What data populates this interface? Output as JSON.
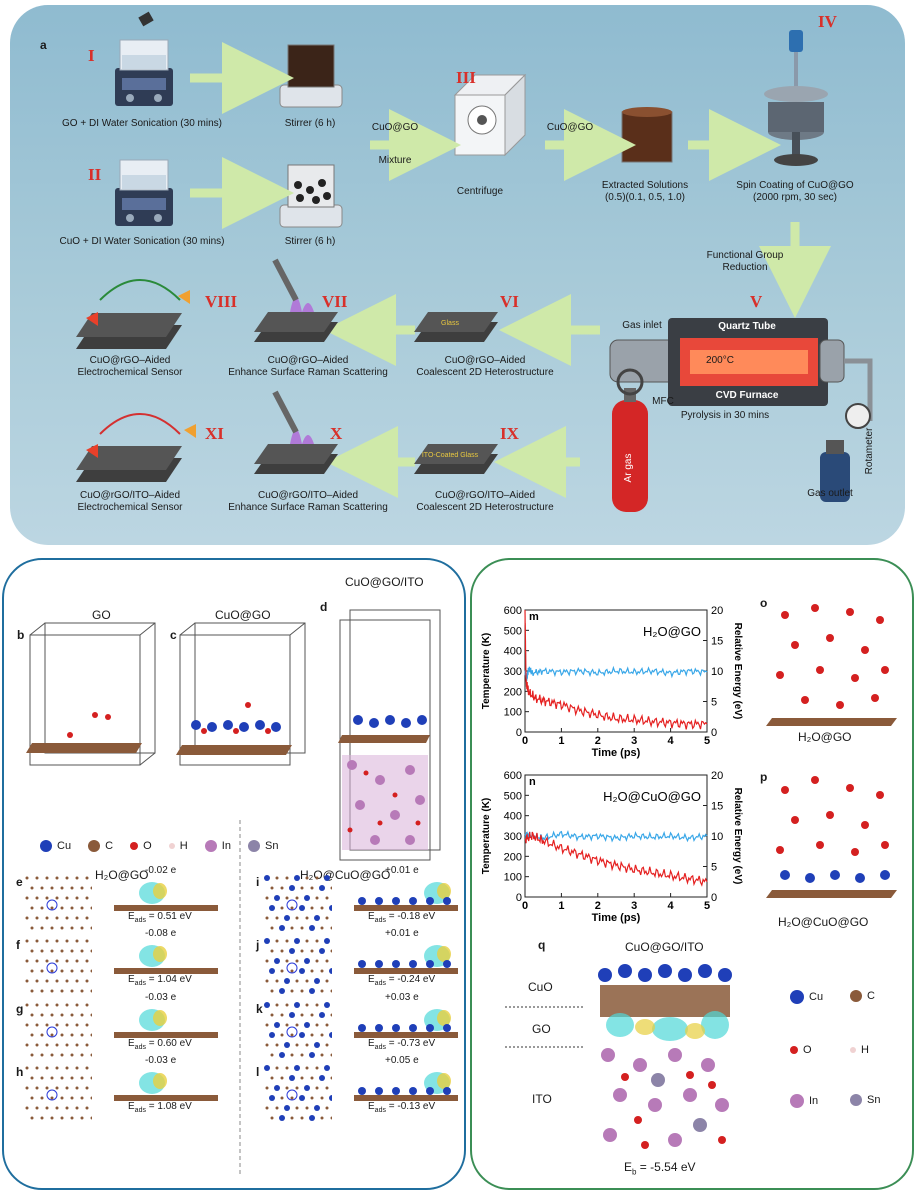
{
  "top": {
    "letter": "a",
    "steps": {
      "I": {
        "num": "I",
        "caption": "GO + DI Water Sonication  (30 mins)"
      },
      "II": {
        "num": "II",
        "caption": "CuO + DI Water Sonication (30 mins)"
      },
      "stirrer1": "Stirrer (6 h)",
      "stirrer2": "Stirrer (6 h)",
      "mix_top": "CuO@GO",
      "mix_bottom": "Mixture",
      "III": {
        "num": "III",
        "caption": "Centrifuge"
      },
      "cuo_go2": "CuO@GO",
      "extract1": "Extracted Solutions",
      "extract2": "(0.5)(0.1, 0.5, 1.0)",
      "IV": {
        "num": "IV",
        "caption1": "Spin Coating of CuO@GO",
        "caption2": "(2000 rpm, 30 sec)"
      },
      "reduction1": "Functional Group",
      "reduction2": "Reduction",
      "V": {
        "num": "V"
      },
      "gas_inlet": "Gas inlet",
      "quartz": "Quartz Tube",
      "temp": "200°C",
      "cvd": "CVD Furnace",
      "mfc": "MFC",
      "pyrolysis": "Pyrolysis in 30 mins",
      "ar": "Ar gas",
      "rotameter": "Rotameter",
      "gas_outlet": "Gas outlet",
      "VI": {
        "num": "VI",
        "caption1": "CuO@rGO–Aided",
        "caption2": "Coalescent 2D Heterostructure"
      },
      "VII": {
        "num": "VII",
        "caption1": "CuO@rGO–Aided",
        "caption2": "Enhance Surface Raman Scattering"
      },
      "VIII": {
        "num": "VIII",
        "caption1": "CuO@rGO–Aided",
        "caption2": "Electrochemical Sensor"
      },
      "IX": {
        "num": "IX",
        "caption1": "CuO@rGO/ITO–Aided",
        "caption2": "Coalescent 2D Heterostructure"
      },
      "X": {
        "num": "X",
        "caption1": "CuO@rGO/ITO–Aided",
        "caption2": "Enhance Surface Raman Scattering"
      },
      "XI": {
        "num": "XI",
        "caption1": "CuO@rGO/ITO–Aided",
        "caption2": "Electrochemical Sensor"
      },
      "glass": "Glass",
      "ito_glass": "ITO-Coated Glass"
    }
  },
  "left": {
    "b": {
      "letter": "b",
      "title": "GO"
    },
    "c": {
      "letter": "c",
      "title": "CuO@GO"
    },
    "d": {
      "letter": "d",
      "title": "CuO@GO/ITO"
    },
    "legend": [
      {
        "label": "Cu",
        "color": "#1f3fb8"
      },
      {
        "label": "C",
        "color": "#8a5a3a"
      },
      {
        "label": "O",
        "color": "#d42020"
      },
      {
        "label": "H",
        "color": "#f0d2d2"
      },
      {
        "label": "In",
        "color": "#b77ab8"
      },
      {
        "label": "Sn",
        "color": "#8c84a8"
      }
    ],
    "h2o_go": "H₂O@GO",
    "h2o_cuo_go": "H₂O@CuO@GO",
    "rows_left": [
      {
        "letter": "e",
        "charge": "-0.02 e",
        "eads": "E",
        "sub": "ads",
        "val": " = 0.51 eV"
      },
      {
        "letter": "f",
        "charge": "-0.08 e",
        "eads": "E",
        "sub": "ads",
        "val": " = 1.04 eV"
      },
      {
        "letter": "g",
        "charge": "-0.03 e",
        "eads": "E",
        "sub": "ads",
        "val": " = 0.60 eV"
      },
      {
        "letter": "h",
        "charge": "-0.03 e",
        "eads": "E",
        "sub": "ads",
        "val": " = 1.08 eV"
      }
    ],
    "rows_right": [
      {
        "letter": "i",
        "charge": "+0.01 e",
        "eads": "E",
        "sub": "ads",
        "val": " = -0.18 eV"
      },
      {
        "letter": "j",
        "charge": "+0.01 e",
        "eads": "E",
        "sub": "ads",
        "val": " = -0.24 eV"
      },
      {
        "letter": "k",
        "charge": "+0.03 e",
        "eads": "E",
        "sub": "ads",
        "val": " = -0.73 eV"
      },
      {
        "letter": "l",
        "charge": "+0.05 e",
        "eads": "E",
        "sub": "ads",
        "val": " = -0.13 eV"
      }
    ]
  },
  "right": {
    "o": {
      "letter": "o",
      "caption": "H₂O@GO"
    },
    "p": {
      "letter": "p",
      "caption": "H₂O@CuO@GO"
    },
    "q": {
      "letter": "q",
      "title": "CuO@GO/ITO",
      "layer_cuo": "CuO",
      "layer_go": "GO",
      "layer_ito": "ITO",
      "eb": "E",
      "eb_sub": "b",
      "eb_val": " = -5.54 eV"
    },
    "legend": [
      {
        "label": "Cu",
        "color": "#1f3fb8"
      },
      {
        "label": "C",
        "color": "#8a5a3a"
      },
      {
        "label": "O",
        "color": "#d42020"
      },
      {
        "label": "H",
        "color": "#f0d2d2"
      },
      {
        "label": "In",
        "color": "#b77ab8"
      },
      {
        "label": "Sn",
        "color": "#8c84a8"
      }
    ]
  },
  "chart_data": [
    {
      "type": "line",
      "letter": "m",
      "title": "H₂O@GO",
      "xlabel": "Time (ps)",
      "ylabel": "Temperature (K)",
      "y2label": "Relative Energy (eV)",
      "xlim": [
        0,
        5
      ],
      "ylim": [
        0,
        600
      ],
      "y2lim": [
        0,
        20
      ],
      "xticks": [
        "0",
        "1",
        "2",
        "3",
        "4",
        "5"
      ],
      "yticks": [
        "0",
        "100",
        "200",
        "300",
        "400",
        "500",
        "600"
      ],
      "y2ticks": [
        "0",
        "5",
        "10",
        "15",
        "20"
      ],
      "series": [
        {
          "color": "#39a7e8",
          "axis": "left",
          "x": [
            0,
            0.05,
            0.1,
            0.2,
            0.5,
            1,
            1.5,
            2,
            2.5,
            3,
            3.5,
            4,
            4.5,
            5
          ],
          "y": [
            300,
            260,
            310,
            290,
            300,
            295,
            300,
            290,
            300,
            295,
            300,
            290,
            300,
            295
          ]
        },
        {
          "color": "#e52020",
          "axis": "right",
          "x": [
            0,
            0.03,
            0.1,
            0.3,
            0.6,
            1,
            1.5,
            2,
            2.5,
            3,
            3.5,
            4,
            4.5,
            5
          ],
          "y": [
            20,
            8,
            6.5,
            5.5,
            5,
            4.5,
            3.5,
            2.8,
            2.2,
            2,
            1.7,
            1.5,
            1.3,
            1.3
          ]
        }
      ]
    },
    {
      "type": "line",
      "letter": "n",
      "title": "H₂O@CuO@GO",
      "xlabel": "Time (ps)",
      "ylabel": "Temperature (K)",
      "y2label": "Relative Energy (eV)",
      "xlim": [
        0,
        5
      ],
      "ylim": [
        0,
        600
      ],
      "y2lim": [
        0,
        20
      ],
      "xticks": [
        "0",
        "1",
        "2",
        "3",
        "4",
        "5"
      ],
      "yticks": [
        "0",
        "100",
        "200",
        "300",
        "400",
        "500",
        "600"
      ],
      "y2ticks": [
        "0",
        "5",
        "10",
        "15",
        "20"
      ],
      "series": [
        {
          "color": "#39a7e8",
          "axis": "left",
          "x": [
            0,
            0.2,
            0.5,
            1,
            1.5,
            2,
            2.5,
            3,
            3.5,
            4,
            4.5,
            5
          ],
          "y": [
            310,
            300,
            290,
            310,
            295,
            300,
            290,
            300,
            295,
            300,
            290,
            300
          ]
        },
        {
          "color": "#e52020",
          "axis": "right",
          "x": [
            0,
            0.2,
            0.5,
            1,
            1.5,
            2,
            2.5,
            3,
            3.5,
            4,
            4.5,
            5
          ],
          "y": [
            9.5,
            10,
            9.2,
            8,
            7,
            6,
            5.2,
            4.5,
            4,
            3.5,
            3,
            2.5
          ]
        }
      ]
    }
  ]
}
